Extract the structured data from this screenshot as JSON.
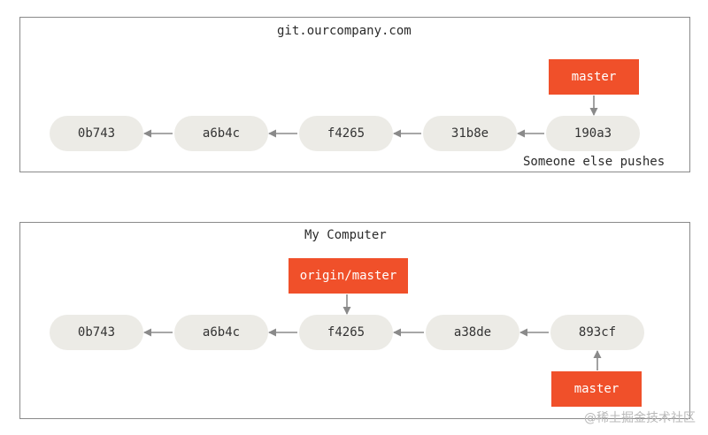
{
  "remote": {
    "title": "git.ourcompany.com",
    "commits": [
      "0b743",
      "a6b4c",
      "f4265",
      "31b8e",
      "190a3"
    ],
    "ref_master": "master",
    "note": "Someone else pushes"
  },
  "local": {
    "title": "My Computer",
    "commits": [
      "0b743",
      "a6b4c",
      "f4265",
      "a38de",
      "893cf"
    ],
    "ref_origin_master": "origin/master",
    "ref_master": "master"
  },
  "watermark": "@稀土掘金技术社区",
  "colors": {
    "ref_fill": "#f0502a",
    "commit_fill": "#ecebe6",
    "border": "#8a8a8a",
    "arrow": "#8a8a8a"
  }
}
